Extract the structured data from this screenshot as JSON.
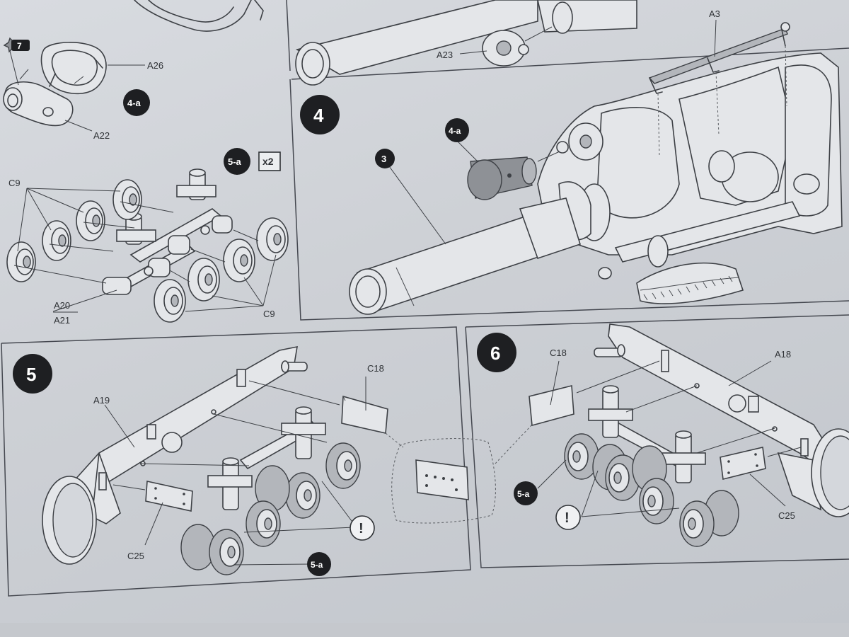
{
  "steps": {
    "step4": "4",
    "step5": "5",
    "step6": "6"
  },
  "subassemblies": {
    "sub_4a": "4-a",
    "sub_5a": "5-a",
    "sub_7": "7"
  },
  "multiplier": "x2",
  "callouts": {
    "part_3": "3",
    "warning": "!"
  },
  "part_labels": {
    "A26": "A26",
    "A22": "A22",
    "A23": "A23",
    "A3": "A3",
    "C9_top": "C9",
    "C9_bottom": "C9",
    "A20": "A20",
    "A21": "A21",
    "A19": "A19",
    "A18": "A18",
    "C18_step5": "C18",
    "C18_step6": "C18",
    "C25_step5": "C25",
    "C25_step6": "C25"
  },
  "colors": {
    "paper": "#d4d7dc",
    "line": "#3d4045",
    "badge": "#1e1f22"
  }
}
